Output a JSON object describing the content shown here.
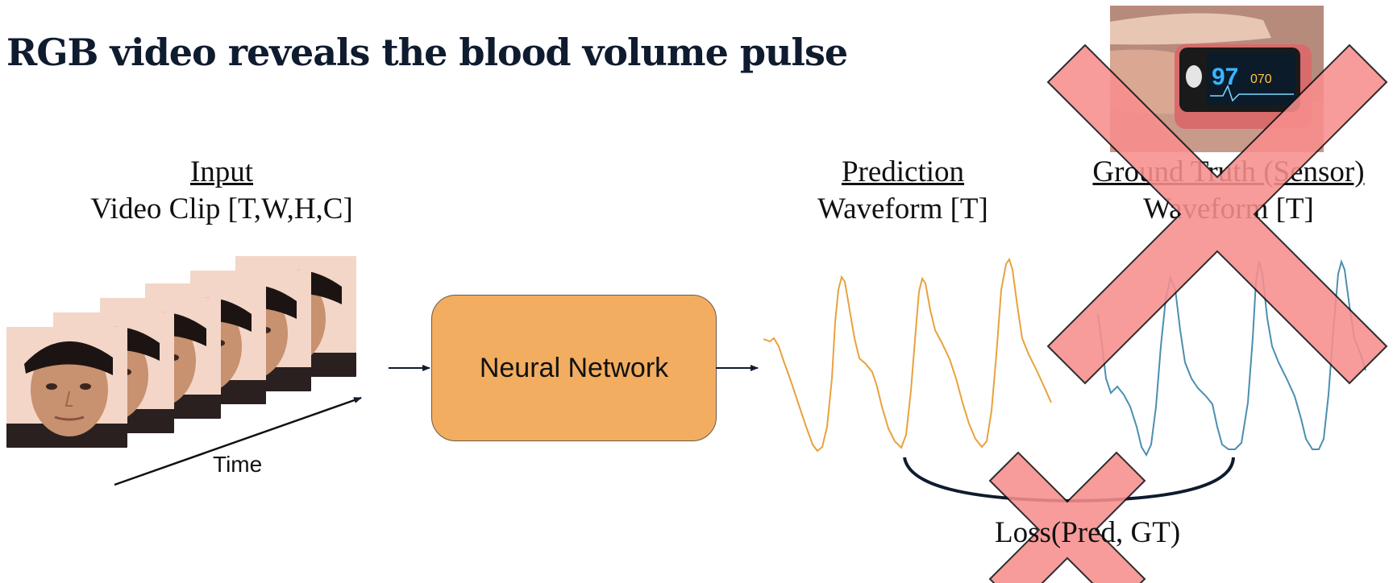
{
  "slide": {
    "title": "RGB video reveals the blood volume pulse"
  },
  "input": {
    "heading": "Input",
    "subtitle": "Video Clip [T,W,H,C]",
    "time_label": "Time"
  },
  "model": {
    "label": "Neural Network"
  },
  "prediction": {
    "heading": "Prediction",
    "subtitle": "Waveform [T]"
  },
  "ground_truth": {
    "heading": "Ground Truth (Sensor)",
    "subtitle": "Waveform [T]"
  },
  "loss": {
    "label": "Loss(Pred, GT)"
  },
  "pulse_oximeter": {
    "display_value": "97",
    "display_value2": "070"
  },
  "colors": {
    "prediction_wave": "#e8a23e",
    "ground_truth_wave": "#4a8fb0",
    "cross_fill": "#f88e8e",
    "network_box": "#f2ad60",
    "title": "#0f1b2e"
  }
}
